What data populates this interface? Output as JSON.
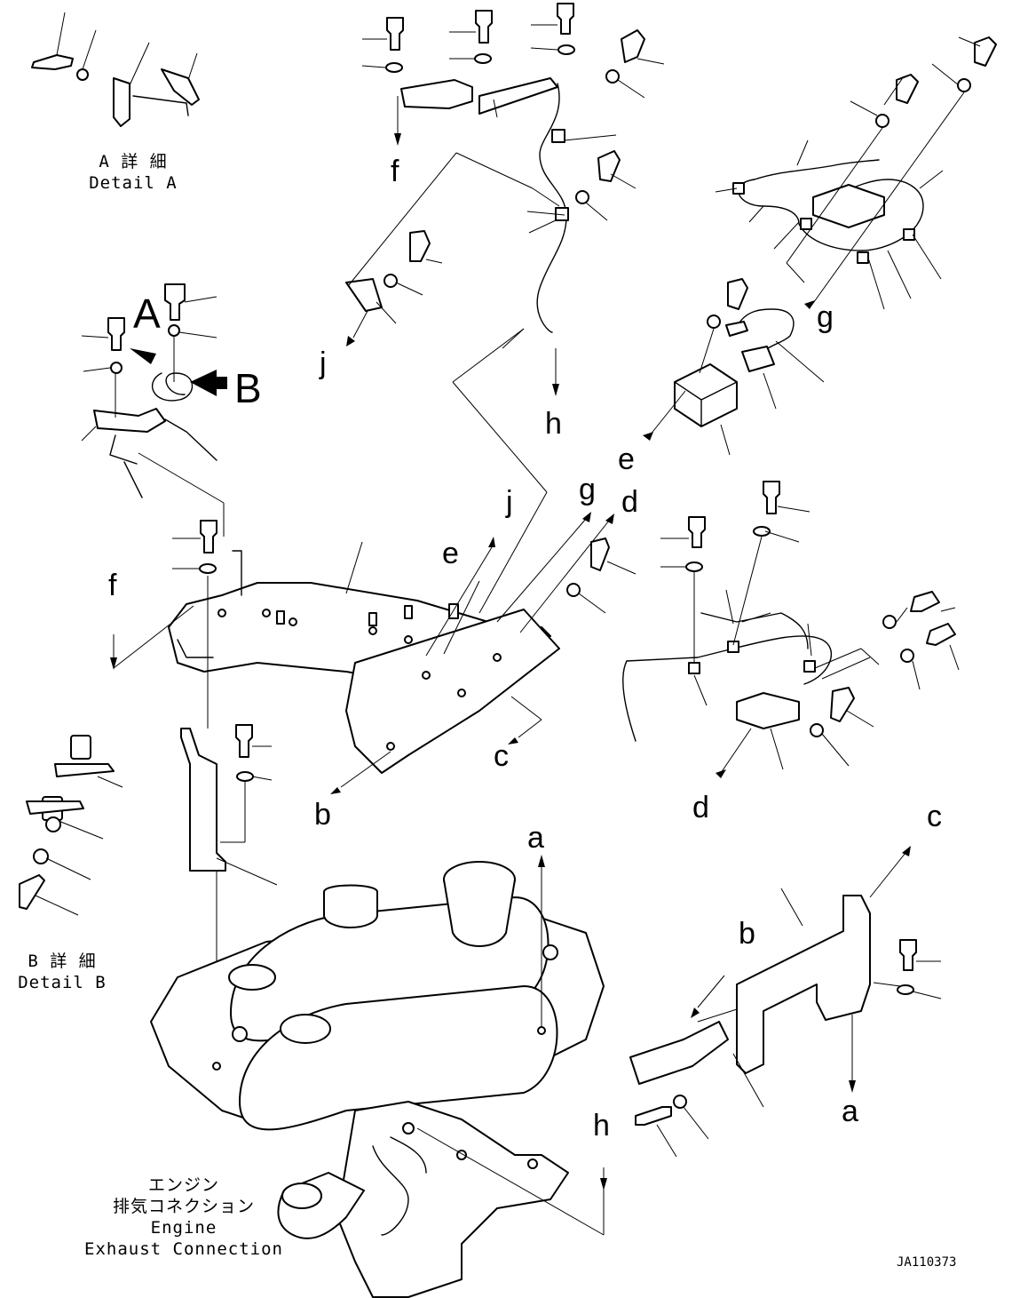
{
  "detail_a": {
    "jp": "A 詳 細",
    "en": "Detail A"
  },
  "detail_b": {
    "jp": "B 詳 細",
    "en": "Detail B"
  },
  "view_arrows": {
    "a": "A",
    "b": "B"
  },
  "refs": {
    "a": "a",
    "b": "b",
    "c": "c",
    "d": "d",
    "e": "e",
    "f": "f",
    "g": "g",
    "h": "h",
    "j": "j"
  },
  "engine_caption": {
    "line1": "エンジン",
    "line2": "排気コネクション",
    "line3": "Engine",
    "line4": "Exhaust Connection"
  },
  "drawing_no": "JA110373"
}
